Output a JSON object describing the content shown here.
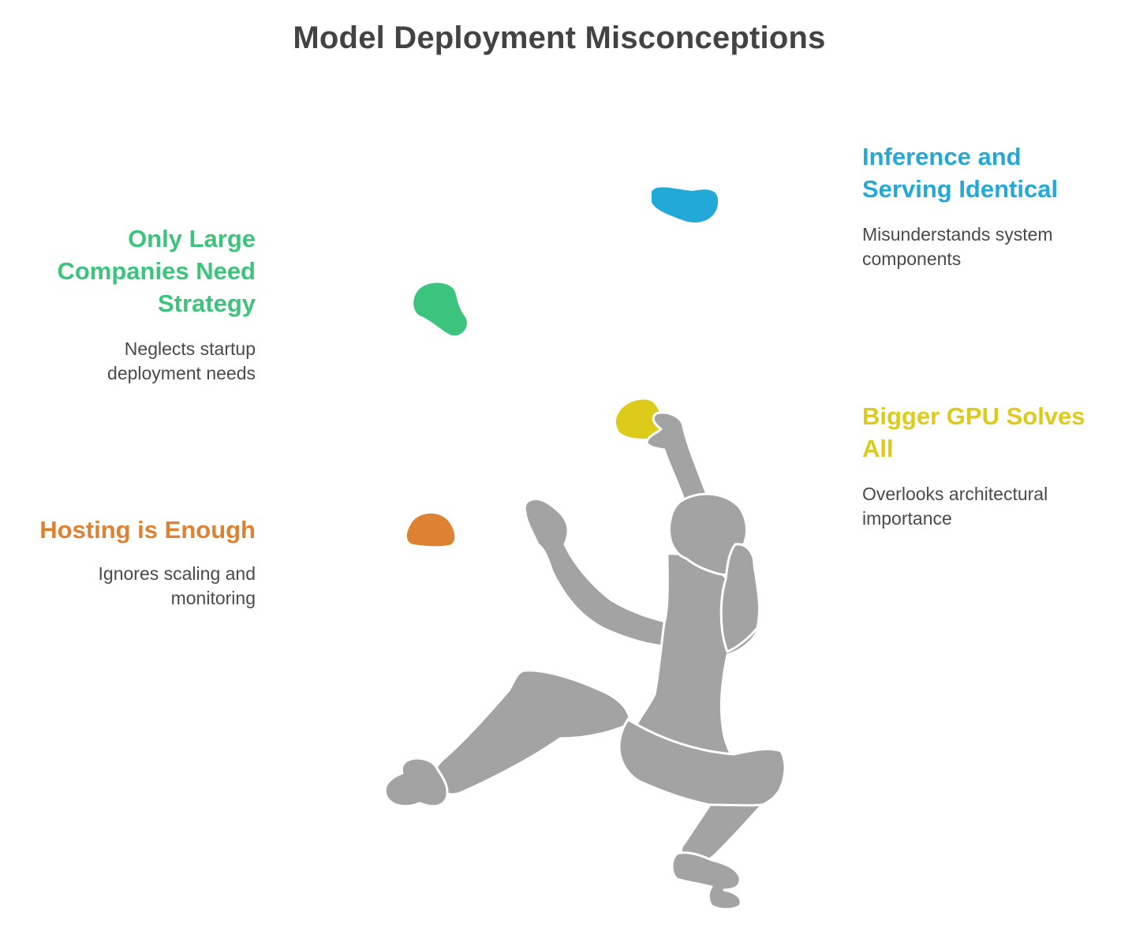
{
  "title": "Model Deployment Misconceptions",
  "items": [
    {
      "id": "strategy",
      "heading": "Only Large Companies Need Strategy",
      "heading_lines": [
        "Only Large",
        "Companies Need",
        "Strategy"
      ],
      "description_lines": [
        "Neglects startup",
        "deployment needs"
      ],
      "color": "#3cc47c",
      "side": "left"
    },
    {
      "id": "hosting",
      "heading": "Hosting is Enough",
      "heading_lines": [
        "Hosting is Enough"
      ],
      "description_lines": [
        "Ignores scaling and",
        "monitoring"
      ],
      "color": "#dd8232",
      "side": "left"
    },
    {
      "id": "inference",
      "heading": "Inference and Serving Identical",
      "heading_lines": [
        "Inference and",
        "Serving Identical"
      ],
      "description_lines": [
        "Misunderstands system",
        "components"
      ],
      "color": "#23a9d8",
      "side": "right"
    },
    {
      "id": "gpu",
      "heading": "Bigger GPU Solves All",
      "heading_lines": [
        "Bigger GPU Solves",
        "All"
      ],
      "description_lines": [
        "Overlooks architectural",
        "importance"
      ],
      "color": "#dccb1b",
      "side": "right"
    }
  ],
  "figure": {
    "icon": "climber-icon",
    "color": "#a3a3a3",
    "outline": "#ffffff"
  }
}
